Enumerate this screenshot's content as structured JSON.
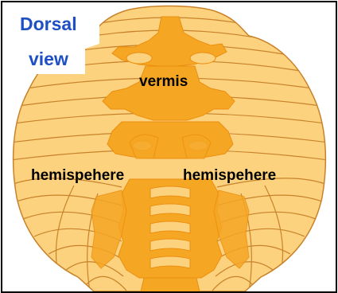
{
  "title": {
    "line1": "Dorsal",
    "line2": "view"
  },
  "labels": {
    "vermis": "vermis",
    "hemisphere_left": "hemispehere",
    "hemisphere_right": "hemispehere"
  },
  "colors": {
    "title_text": "#1f4fc4",
    "label_text": "#000000",
    "lobule_fill": "#fcd27f",
    "lobule_outline": "#c8822a",
    "vermis_fill": "#f5a623",
    "vermis_dark": "#ec8f0f",
    "frame_border": "#000000"
  }
}
